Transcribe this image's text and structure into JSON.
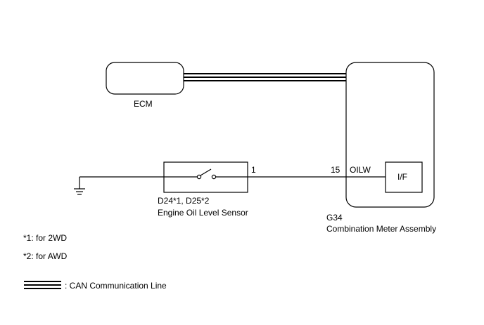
{
  "ecm": {
    "label": "ECM"
  },
  "meter": {
    "code": "G34",
    "name": "Combination Meter Assembly",
    "pin_number": "15",
    "pin_name": "OILW",
    "interface_label": "I/F"
  },
  "sensor": {
    "codes": "D24*1, D25*2",
    "name": "Engine Oil Level Sensor",
    "pin_number": "1"
  },
  "notes": [
    {
      "text": "*1: for 2WD"
    },
    {
      "text": "*2: for AWD"
    }
  ],
  "legend": {
    "can_line_label": ": CAN Communication Line"
  }
}
